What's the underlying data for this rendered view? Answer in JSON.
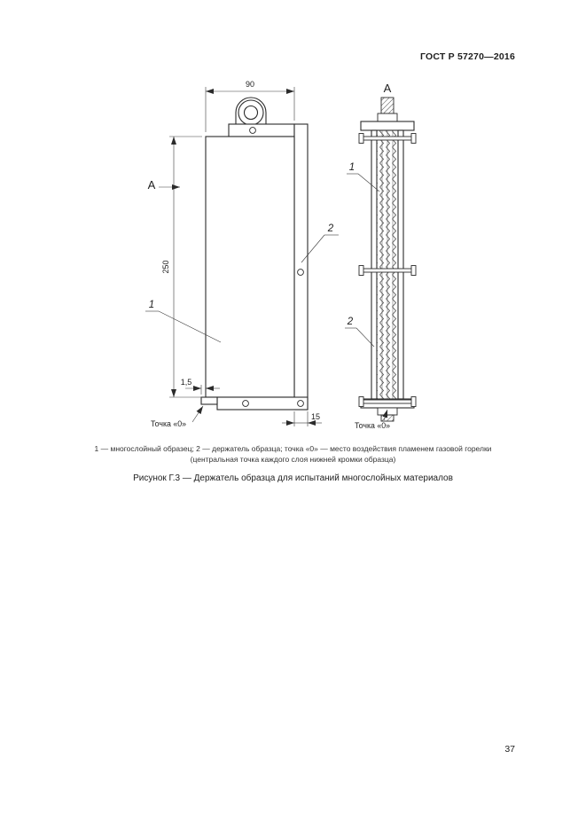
{
  "header": {
    "title": "ГОСТ Р 57270—2016"
  },
  "drawing": {
    "front_view": {
      "dim_width": "90",
      "dim_height": "250",
      "dim_gap": "1,5",
      "dim_offset": "15",
      "section_label": "А",
      "part1": "1",
      "part2": "2",
      "point_zero": "Точка «0»"
    },
    "side_view": {
      "section_label": "А",
      "part1": "1",
      "part2": "2",
      "point_zero": "Точка «0»"
    }
  },
  "figure": {
    "legend_line1": "1 — многослойный образец; 2 — держатель образца; точка «0» — место воздействия пламенем газовой горелки",
    "legend_line2": "(центральная точка каждого слоя нижней кромки образца)",
    "caption": "Рисунок Г.3 — Держатель образца для испытаний многослойных материалов"
  },
  "footer": {
    "page_number": "37"
  }
}
